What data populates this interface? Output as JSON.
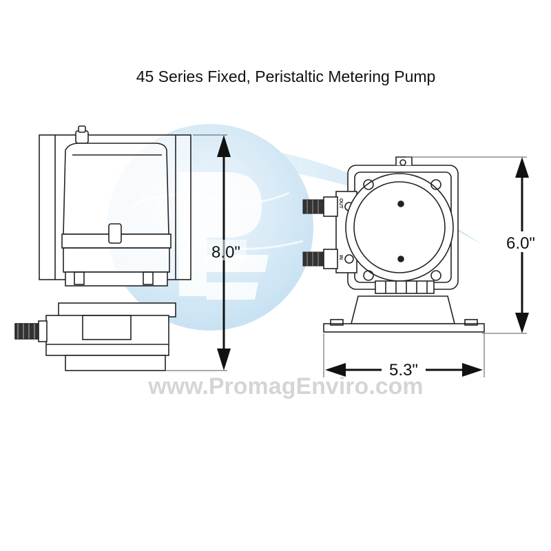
{
  "title": "45 Series Fixed, Peristaltic Metering Pump",
  "dimensions": {
    "height_label": "8.0\"",
    "depth_label": "6.0\"",
    "width_label": "5.3\""
  },
  "port_labels": {
    "out": "OUT",
    "in": "IN"
  },
  "watermark": {
    "url": "www.PromagEnviro.com",
    "logo_color": "#5aa7d8"
  }
}
